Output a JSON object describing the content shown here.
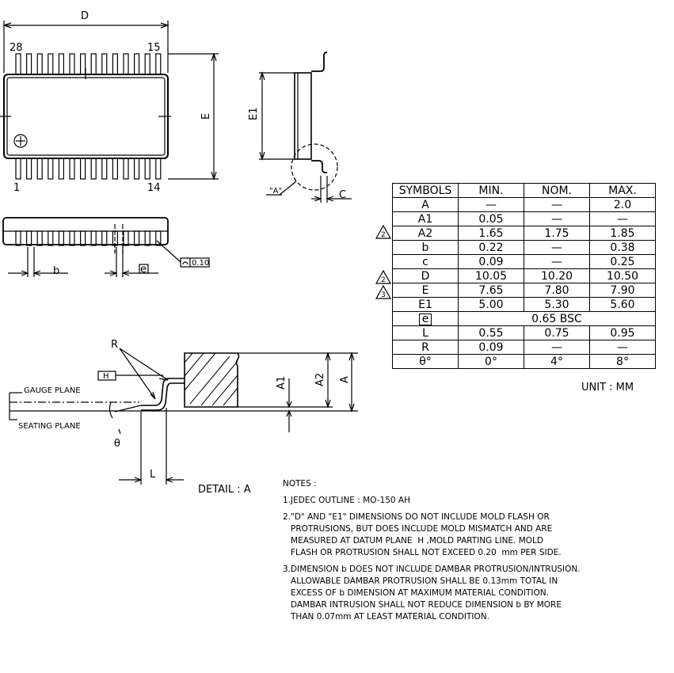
{
  "top_view": {
    "dim_d": "D",
    "dim_e": "E",
    "pin_28": "28",
    "pin_15": "15",
    "pin_1": "1",
    "pin_14": "14"
  },
  "side_view": {
    "dim_e1": "E1",
    "dim_c": "C",
    "detail_ref": "\"A\""
  },
  "front_view": {
    "dim_b": "b",
    "dim_e_box": "e",
    "tolerance": "0.10"
  },
  "detail": {
    "title": "DETAIL : A",
    "r_label": "R",
    "gauge_plane": "GAUGE PLANE",
    "seating_plane": "SEATING PLANE",
    "theta": "θ",
    "dim_l": "L",
    "dim_a1": "A1",
    "dim_a2": "A2",
    "dim_a": "A",
    "datum_h": "H"
  },
  "table": {
    "headers": [
      "SYMBOLS",
      "MIN.",
      "NOM.",
      "MAX."
    ],
    "rows": [
      {
        "symbol": "A",
        "min": "—",
        "nom": "—",
        "max": "2.0",
        "flag": ""
      },
      {
        "symbol": "A1",
        "min": "0.05",
        "nom": "—",
        "max": "—",
        "flag": ""
      },
      {
        "symbol": "A2",
        "min": "1.65",
        "nom": "1.75",
        "max": "1.85",
        "flag": "2"
      },
      {
        "symbol": "b",
        "min": "0.22",
        "nom": "—",
        "max": "0.38",
        "flag": ""
      },
      {
        "symbol": "c",
        "min": "0.09",
        "nom": "—",
        "max": "0.25",
        "flag": ""
      },
      {
        "symbol": "D",
        "min": "10.05",
        "nom": "10.20",
        "max": "10.50",
        "flag": "2"
      },
      {
        "symbol": "E",
        "min": "7.65",
        "nom": "7.80",
        "max": "7.90",
        "flag": "3"
      },
      {
        "symbol": "E1",
        "min": "5.00",
        "nom": "5.30",
        "max": "5.60",
        "flag": ""
      }
    ],
    "row_e": {
      "symbol": "e",
      "value": "0.65  BSC"
    },
    "rows2": [
      {
        "symbol": "L",
        "min": "0.55",
        "nom": "0.75",
        "max": "0.95"
      },
      {
        "symbol": "R",
        "min": "0.09",
        "nom": "—",
        "max": "—"
      },
      {
        "symbol": "θ°",
        "min": "0°",
        "nom": "4°",
        "max": "8°"
      }
    ],
    "unit": "UNIT  :  MM"
  },
  "notes": {
    "heading": "NOTES :",
    "n1": "1.JEDEC OUTLINE : MO-150 AH",
    "n2": [
      "2.\"D\" AND \"E1\" DIMENSIONS DO NOT INCLUDE MOLD FLASH OR",
      "   PROTRUSIONS, BUT DOES INCLUDE MOLD MISMATCH AND ARE",
      "   MEASURED AT DATUM PLANE  H ,MOLD PARTING LINE. MOLD",
      "   FLASH OR PROTRUSION SHALL NOT EXCEED 0.20  mm PER SIDE."
    ],
    "n3": [
      "3.DIMENSION b DOES NOT INCLUDE DAMBAR PROTRUSION/INTRUSION.",
      "   ALLOWABLE DAMBAR PROTRUSION SHALL BE 0.13mm TOTAL IN",
      "   EXCESS OF b DIMENSION AT MAXIMUM MATERIAL CONDITION.",
      "   DAMBAR INTRUSION SHALL NOT REDUCE DIMENSION b BY MORE",
      "   THAN 0.07mm AT LEAST MATERIAL CONDITION."
    ]
  }
}
